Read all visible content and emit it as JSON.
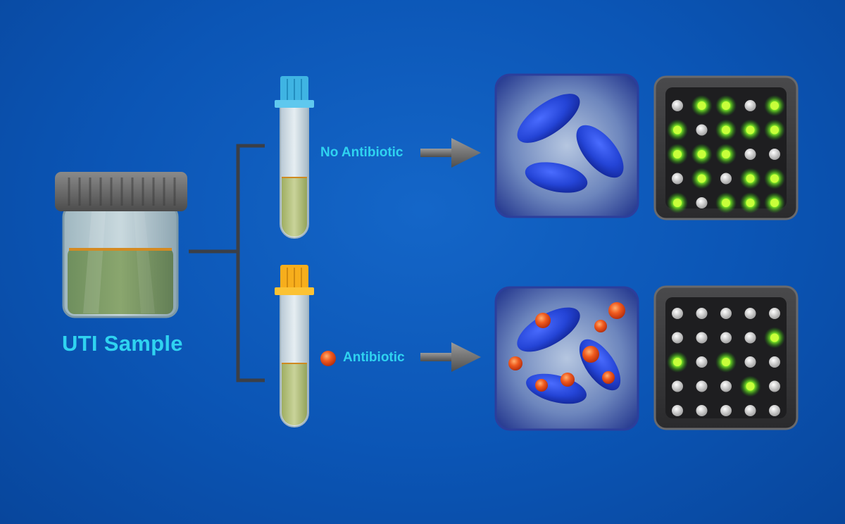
{
  "sample": {
    "label": "UTI Sample"
  },
  "rows": [
    {
      "id": "no-antibiotic",
      "label": "No Antibiotic",
      "cap_color": "#38b6e6",
      "antibiotic": false,
      "well_grid": [
        [
          0,
          1,
          1,
          0,
          1
        ],
        [
          1,
          0,
          1,
          1,
          1
        ],
        [
          1,
          1,
          1,
          0,
          0
        ],
        [
          0,
          1,
          0,
          1,
          1
        ],
        [
          1,
          0,
          1,
          1,
          1
        ]
      ]
    },
    {
      "id": "antibiotic",
      "label": "Antibiotic",
      "cap_color": "#f5b820",
      "antibiotic": true,
      "well_grid": [
        [
          0,
          0,
          0,
          0,
          0
        ],
        [
          0,
          0,
          0,
          0,
          1
        ],
        [
          1,
          0,
          1,
          0,
          0
        ],
        [
          0,
          0,
          0,
          1,
          0
        ],
        [
          0,
          0,
          0,
          0,
          0
        ]
      ]
    }
  ],
  "colors": {
    "background": "#0b55b5",
    "label_text": "#2fd3f0",
    "bacteria": "#1f3fd8",
    "antibiotic_dot": "#e4441a",
    "well_on": "#7dff2a",
    "well_off": "#cfcfcf",
    "plate": "#3a3a3c"
  }
}
